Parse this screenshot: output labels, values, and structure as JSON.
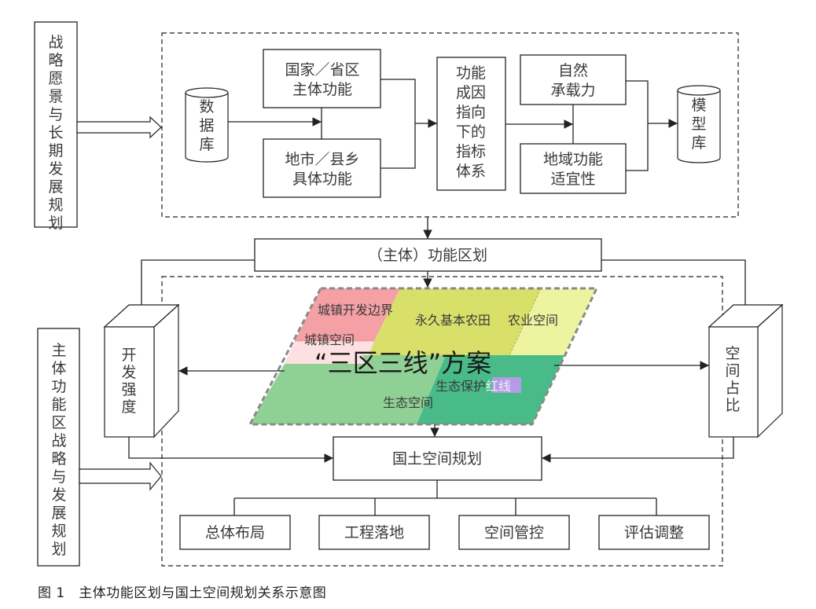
{
  "left_boxes": {
    "top": "战略愿景与长期发展规划",
    "bottom": "主体功能区战略与发展规划"
  },
  "top_panel": {
    "database": "数据库",
    "national": [
      "国家／省区",
      "主体功能"
    ],
    "local": [
      "地市／县乡",
      "具体功能"
    ],
    "indicator": [
      "功能",
      "成因",
      "指向",
      "下的",
      "指标",
      "体系"
    ],
    "carrying": [
      "自然",
      "承载力"
    ],
    "suitability": [
      "地域功能",
      "适宜性"
    ],
    "model_db": "模型库"
  },
  "zoning": "（主体）功能区划",
  "cubes": {
    "left": "开发强度",
    "right": "空间占比"
  },
  "scheme": {
    "title": "“三区三线”方案",
    "urban_boundary": "城镇开发边界",
    "urban_space": "城镇空间",
    "farmland": "永久基本农田",
    "agri_space": "农业空间",
    "eco_redline_prefix": "生态保护",
    "eco_redline_highlight": "红线",
    "eco_space": "生态空间",
    "colors": {
      "urban_boundary": "#f5a0a5",
      "urban_space": "#fde0e1",
      "farmland": "#d9e06a",
      "agri_space": "#eef3a0",
      "eco_space": "#8fd095",
      "eco_redline": "#48bb88",
      "highlight": "#b49be6"
    }
  },
  "national_plan": "国土空间规划",
  "outputs": [
    "总体布局",
    "工程落地",
    "空间管控",
    "评估调整"
  ],
  "caption": "图 1　主体功能区划与国土空间规划关系示意图"
}
